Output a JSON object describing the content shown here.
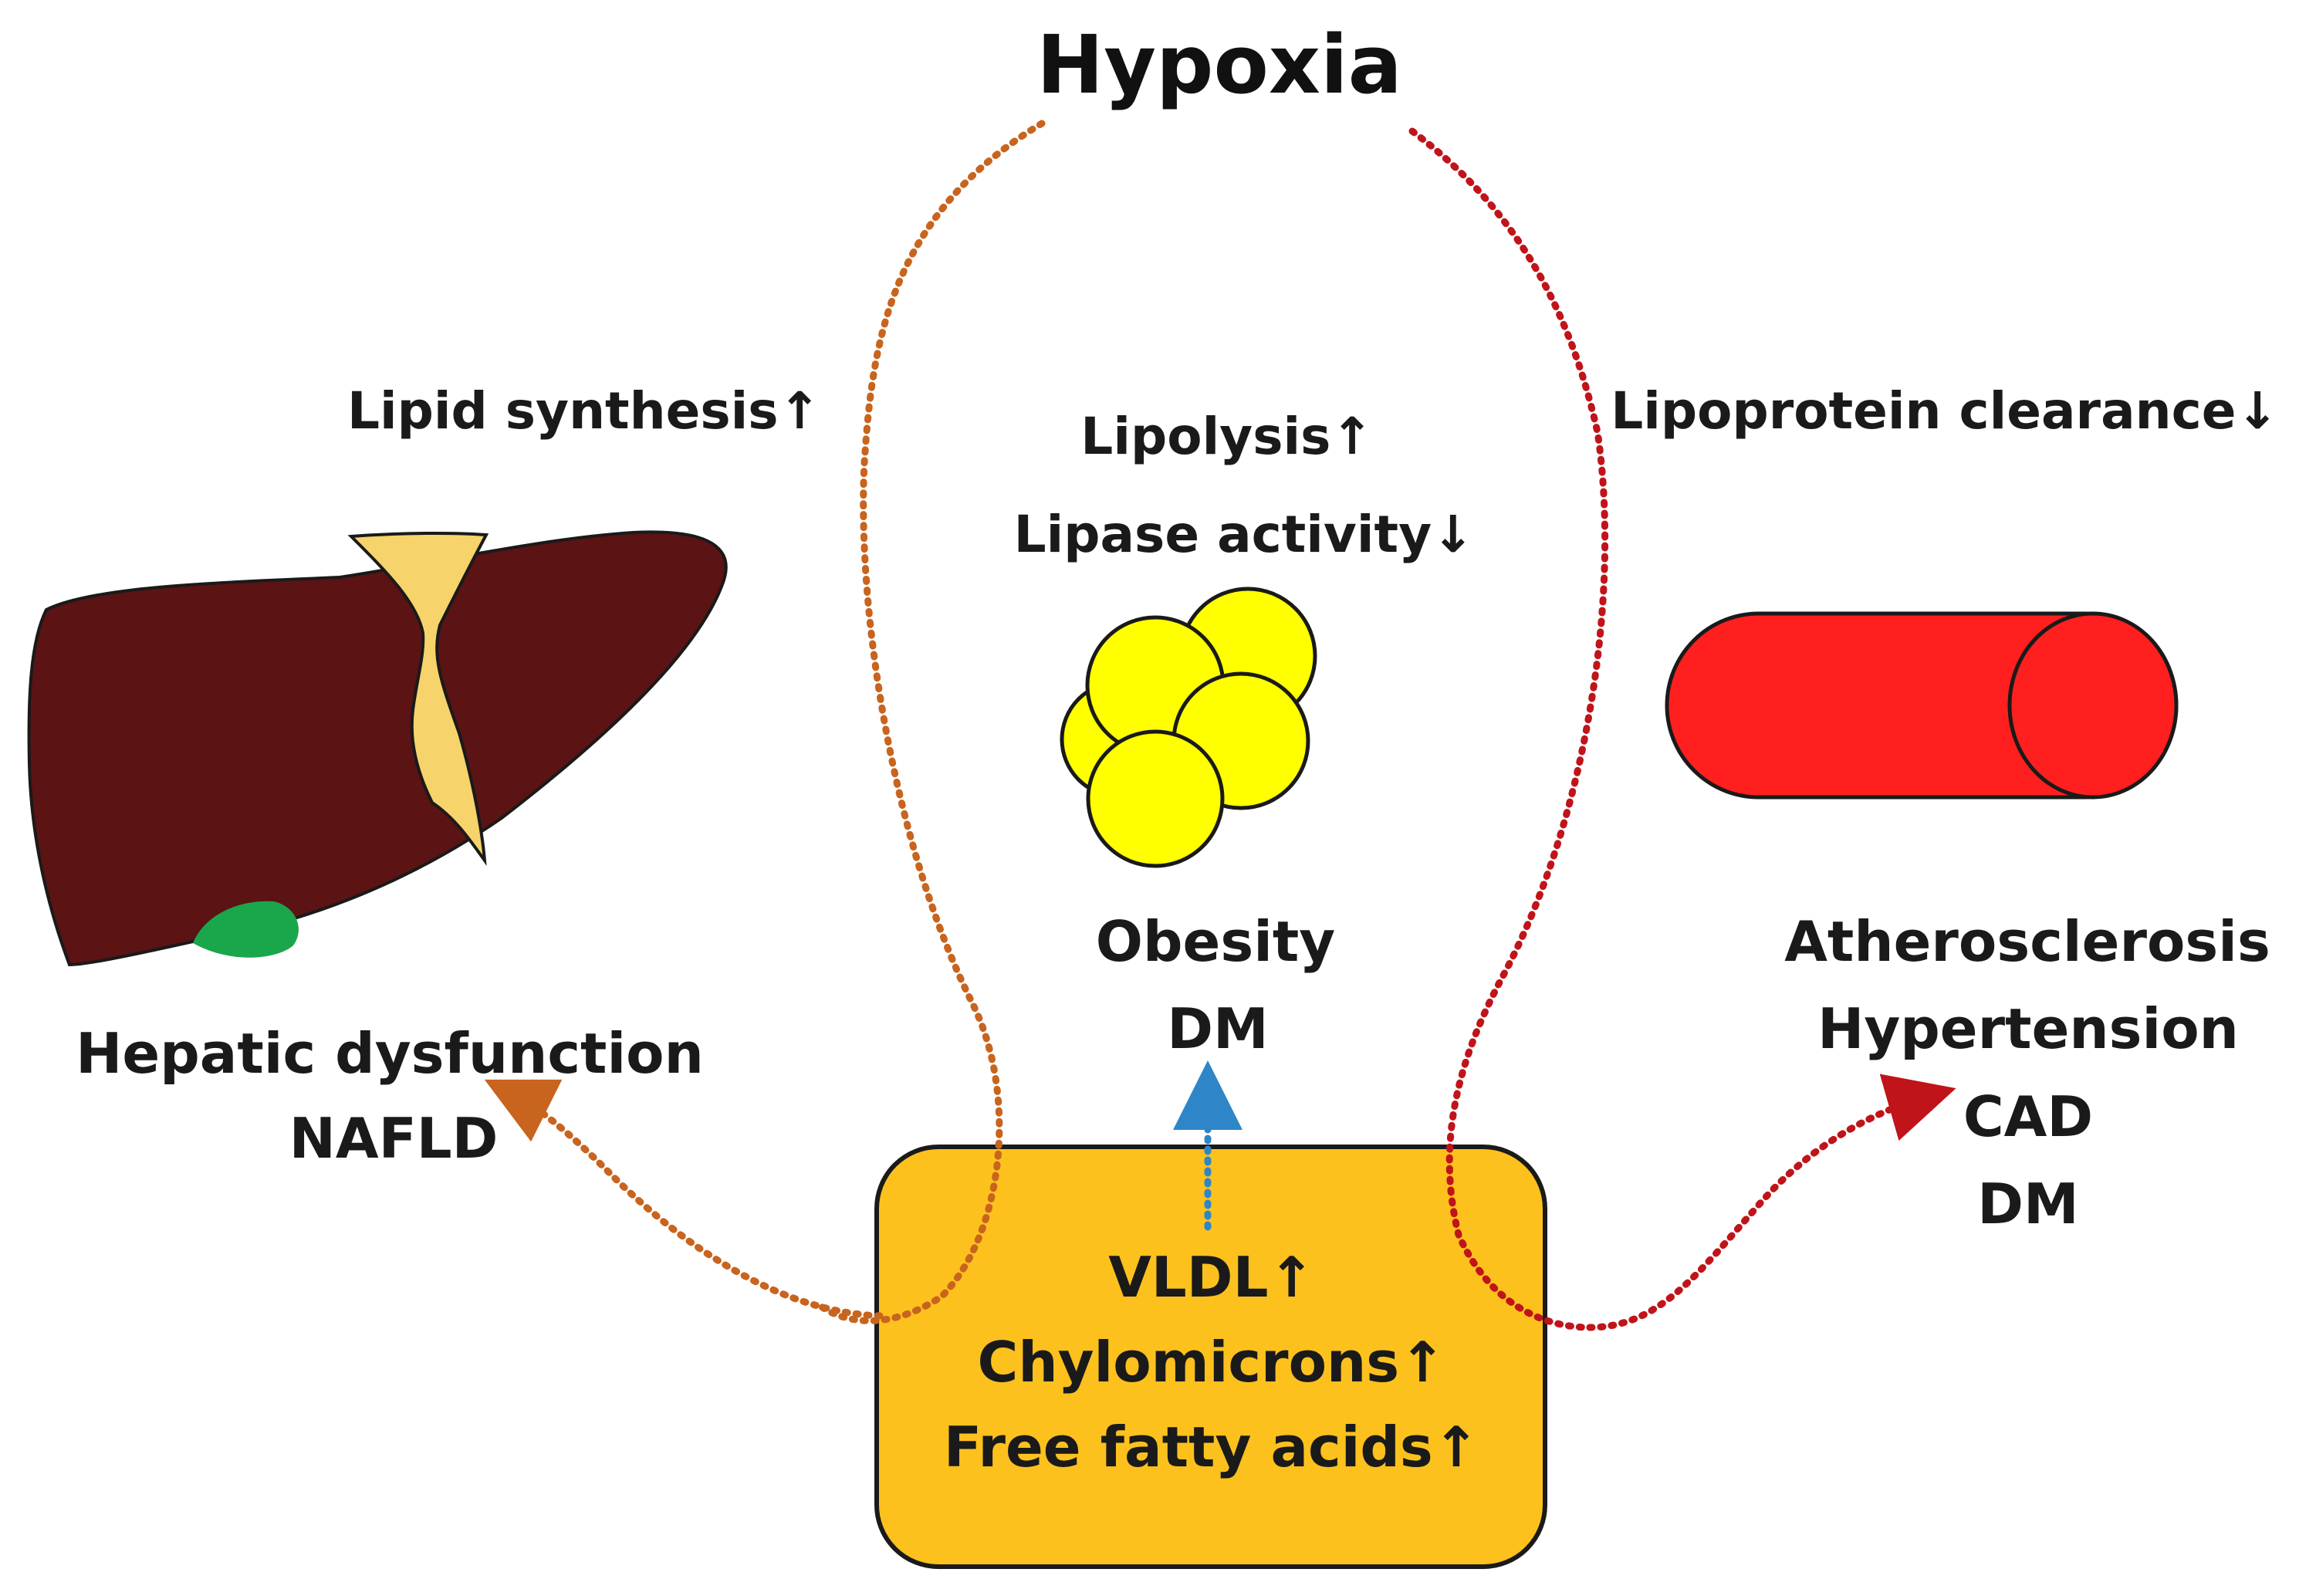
{
  "title": "Hypoxia",
  "liver": {
    "process": "Lipid synthesis↑",
    "outcomes": [
      "Hepatic dysfunction",
      "NAFLD"
    ]
  },
  "adipose": {
    "processes": [
      "Lipolysis↑",
      "Lipase activity↓"
    ],
    "outcomes": [
      "Obesity",
      "DM"
    ]
  },
  "vessel": {
    "process": "Lipoprotein clearance↓",
    "outcomes": [
      "Atherosclerosis",
      "Hypertension",
      "CAD",
      "DM"
    ]
  },
  "lipid_box": {
    "items": [
      "VLDL↑",
      "Chylomicrons↑",
      "Free fatty acids↑"
    ]
  },
  "colors": {
    "liver": "#5b1313",
    "liver_ligament": "#f7d36b",
    "gallbladder": "#1aa64a",
    "fat_cell": "#ffff00",
    "vessel": "#ff1f1f",
    "lipid_box": "#fdc11e",
    "liver_path": "#c8641e",
    "adipose_path": "#2e86c8",
    "vessel_path": "#c0141a"
  }
}
